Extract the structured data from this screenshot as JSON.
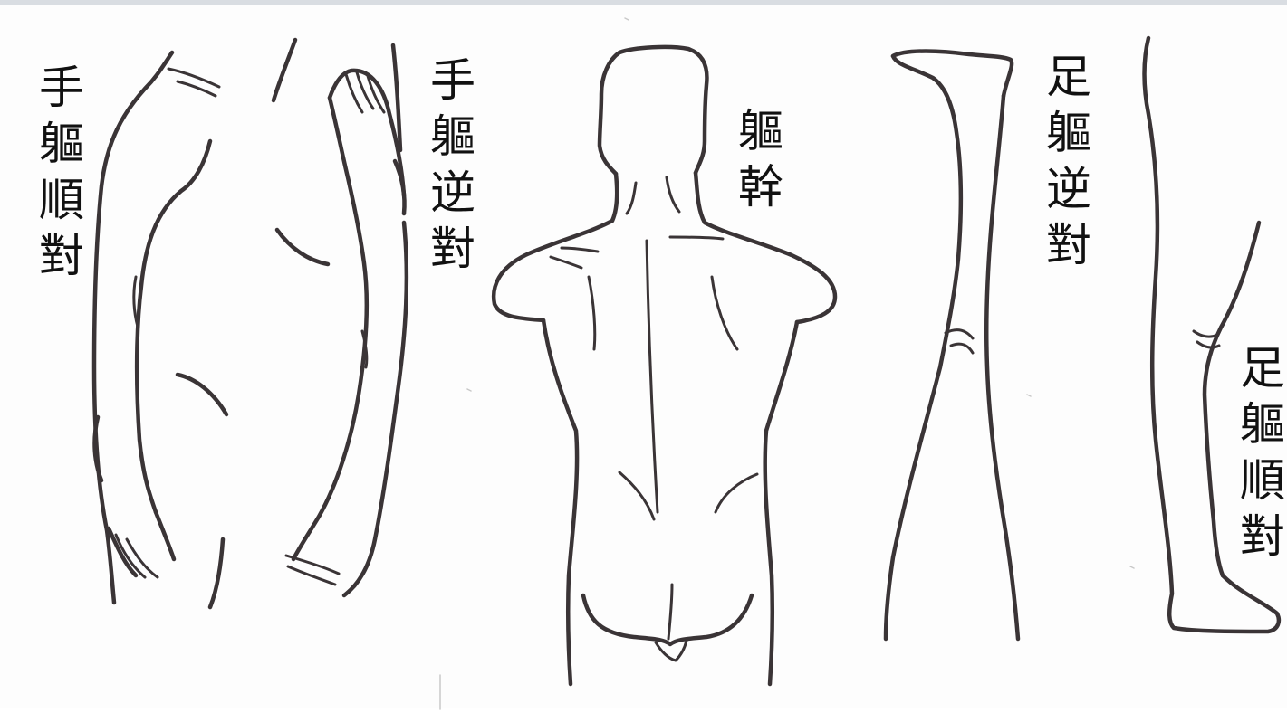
{
  "labels": {
    "hand_forward": "手軀順對",
    "hand_reverse": "手軀逆對",
    "trunk": "軀幹",
    "foot_reverse": "足軀逆對",
    "foot_forward": "足軀順對"
  },
  "colors": {
    "line": "#3a3436",
    "background": "#fdfdfd",
    "top_border": "#d9dde2"
  }
}
